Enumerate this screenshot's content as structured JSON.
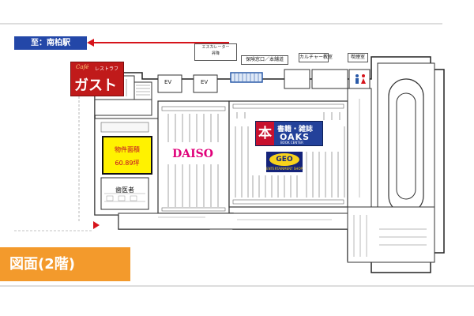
{
  "map": {
    "direction": {
      "label": "至：南柏駅"
    },
    "tenants": {
      "gusto": {
        "cafe": "Café",
        "sub": "レストラフ",
        "name": "ガスト"
      },
      "daiso": {
        "name": "DAISO"
      },
      "books": {
        "kanji": "本",
        "title": "書籍・雑誌",
        "brand": "OAKS",
        "sub": "BOOK CENTER"
      },
      "geo": {
        "name": "GEO",
        "sub": "ENTERTAINMENT SHOP"
      },
      "dental": {
        "name": "歯医者"
      }
    },
    "property": {
      "label": "物件面積",
      "area": "60.89坪"
    },
    "elevators": {
      "ev1": "EV",
      "ev2": "EV"
    },
    "labels": {
      "escalator_line1": "エスカレーター",
      "escalator_line2": "昇降",
      "insurance": "保険窓口／本舗道",
      "culture": "カルチャー教室",
      "smoking": "喫煙室"
    },
    "floor_badge": "図面(2階)",
    "colors": {
      "property_highlight": "#fff200",
      "direction_banner": "#2347a8",
      "floor_badge": "#f39a2c",
      "gusto": "#c01a1a",
      "daiso": "#e0007a",
      "books_badge": "#23419a",
      "geo_logo": "#14237a"
    }
  }
}
